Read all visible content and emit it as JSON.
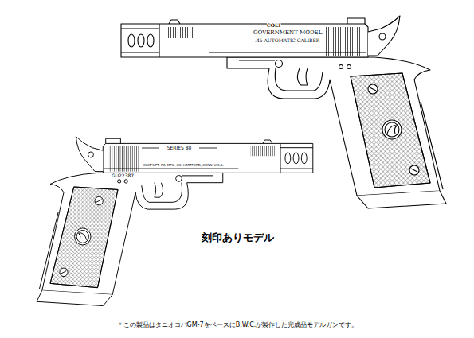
{
  "diagram": {
    "caption": "＊この製品はタニオコバGM-7をベースにB.W.C.が製作した完成品モデルガンです。",
    "labels": [
      "COLT",
      "GOVERNMENT MODEL",
      ".45 AUTOMATIC CALIBER",
      "SERIES 80",
      "COLT'S PT. F.A. MFG. CO. HARTFORD, CONN. U.S.A.",
      "GU22387",
      "刻印ありモデル"
    ]
  }
}
